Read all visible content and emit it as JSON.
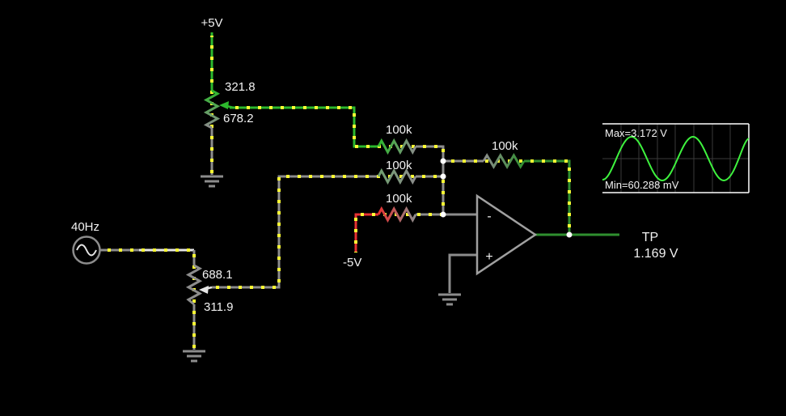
{
  "colors": {
    "bg": "#000000",
    "text": "#f2f2f2",
    "wire-gray": "#8c8c8c",
    "wire-light": "#e6e6e6",
    "green": "#2db82d",
    "green-dim": "#2f8f2f",
    "green-gray": "#6fa06f",
    "red": "#e63232",
    "yellow": "#ffff33",
    "node": "#ffffff",
    "opamp": "#a0a0a0",
    "scope-trace": "#3ef23e",
    "scope-grid": "#3a3a3a",
    "scope-border": "#ffffff"
  },
  "labels": {
    "vplus": "+5V",
    "vminus": "-5V",
    "freq": "40Hz",
    "pot_top_upper": "321.8",
    "pot_top_lower": "678.2",
    "pot_bottom_upper": "688.1",
    "pot_bottom_lower": "311.9",
    "r1": "100k",
    "r2": "100k",
    "r3": "100k",
    "rf": "100k",
    "opamp_minus": "-",
    "opamp_plus": "+",
    "probe_name": "TP",
    "probe_value": "1.169 V"
  },
  "scope": {
    "max": "Max=3.172 V",
    "min": "Min=60.288 mV"
  }
}
